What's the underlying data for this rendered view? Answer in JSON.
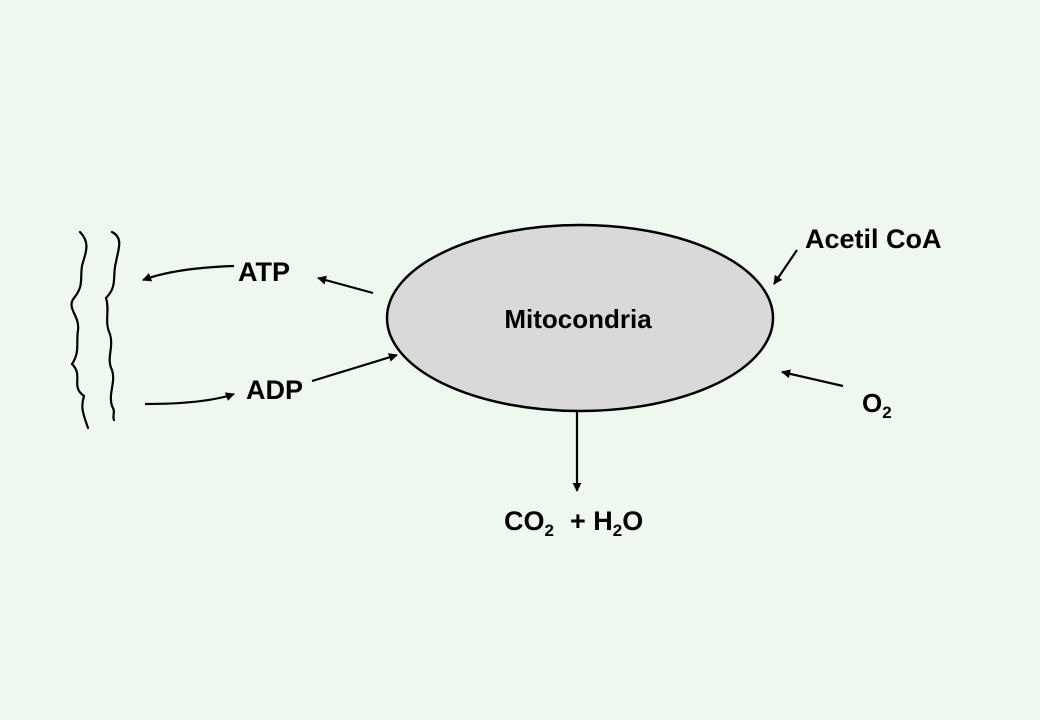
{
  "background_color": "#eef8ef",
  "ellipse_fill": "#d9d9d9",
  "stroke_color": "#000000",
  "labels": {
    "mitochondria": "Mitocondria",
    "acetyl_coa": "Acetil CoA",
    "atp": "ATP",
    "adp": "ADP",
    "oxygen": "O",
    "oxygen_sub": "2",
    "co2": "CO",
    "co2_sub": "2",
    "plus_h": "+ H",
    "h2o_sub": "2",
    "h2o_o": "O"
  }
}
